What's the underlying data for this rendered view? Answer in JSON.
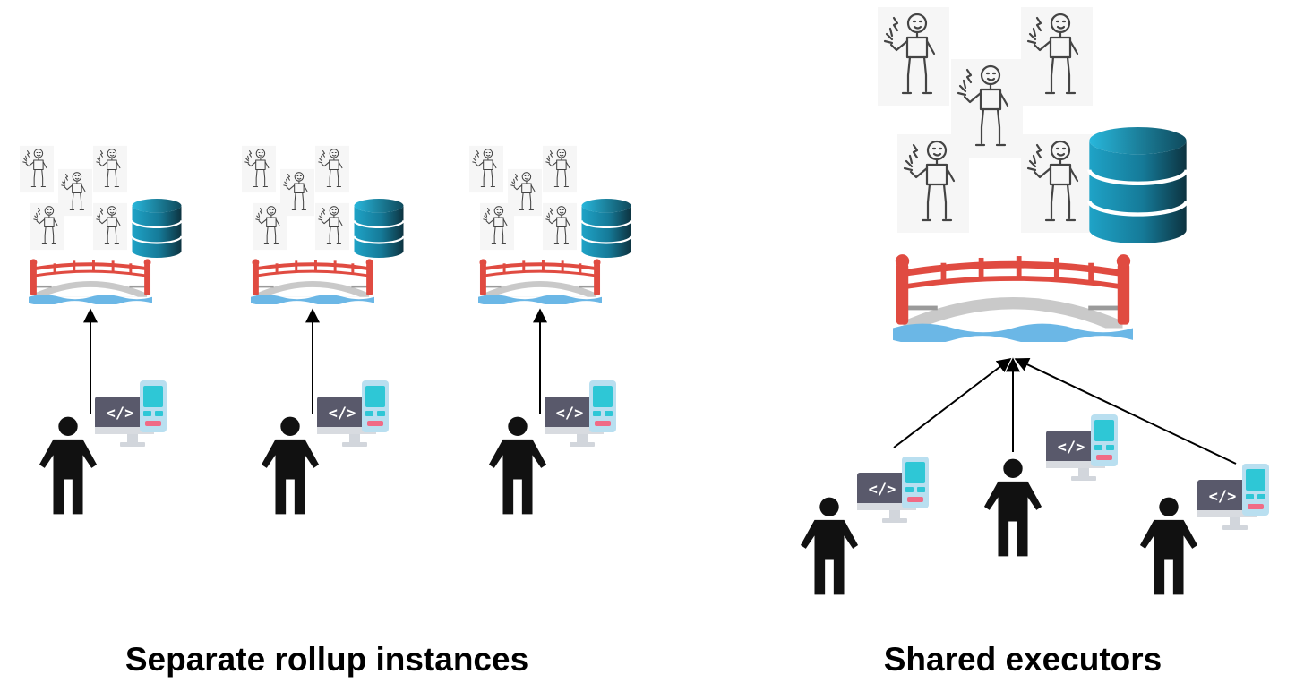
{
  "panels": {
    "left": {
      "caption": "Separate rollup instances",
      "instance_count": 3
    },
    "right": {
      "caption": "Shared executors",
      "user_count": 3
    }
  },
  "icons": [
    "robot-executor-icon",
    "database-icon",
    "bridge-icon",
    "user-icon",
    "code-device-icon",
    "arrow"
  ],
  "colors": {
    "bridge_red": "#e04b41",
    "bridge_deck": "#c9c9c9",
    "water": "#6bb7e6",
    "database_top": "#1fa3c7",
    "database_dark": "#0d3340",
    "monitor": "#59596b",
    "phone_screen": "#2ec7d6",
    "phone_button": "#f06b86",
    "person": "#111111"
  }
}
